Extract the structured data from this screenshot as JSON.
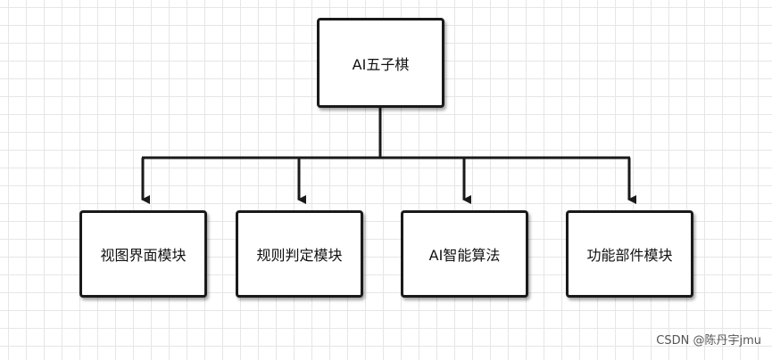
{
  "diagram": {
    "root": {
      "label": "AI五子棋"
    },
    "children": [
      {
        "label": "视图界面模块"
      },
      {
        "label": "规则判定模块"
      },
      {
        "label": "AI智能算法"
      },
      {
        "label": "功能部件模块"
      }
    ],
    "edges": [
      {
        "from": "AI五子棋",
        "to": "视图界面模块"
      },
      {
        "from": "AI五子棋",
        "to": "规则判定模块"
      },
      {
        "from": "AI五子棋",
        "to": "AI智能算法"
      },
      {
        "from": "AI五子棋",
        "to": "功能部件模块"
      }
    ]
  },
  "watermark": "CSDN @陈丹宇jmu",
  "colors": {
    "stroke": "#1a1a1a",
    "grid": "#e6e6e6",
    "background": "#ffffff"
  }
}
